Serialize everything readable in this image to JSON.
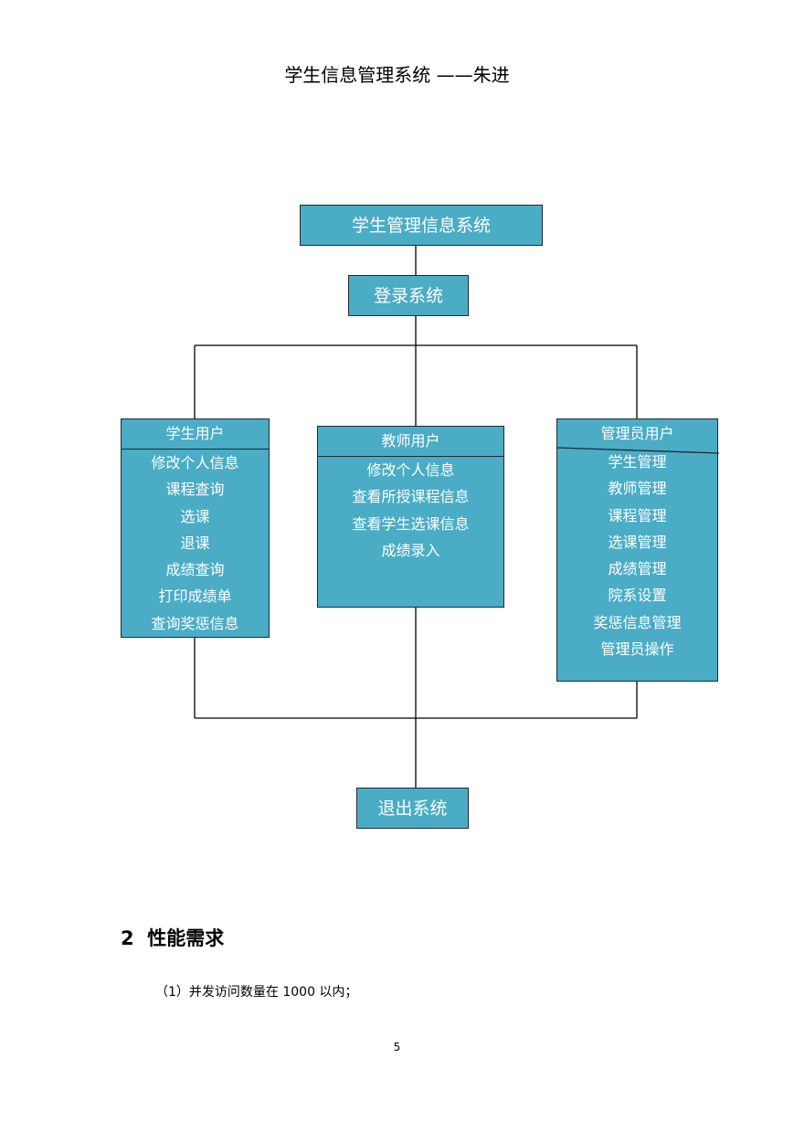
{
  "header": {
    "text": "学生信息管理系统 ——朱进"
  },
  "diagram": {
    "root": "学生管理信息系统",
    "login": "登录系统",
    "student": {
      "title": "学生用户",
      "items": [
        "修改个人信息",
        "课程查询",
        "选课",
        "退课",
        "成绩查询",
        "打印成绩单",
        "查询奖惩信息"
      ]
    },
    "teacher": {
      "title": "教师用户",
      "items": [
        "修改个人信息",
        "查看所授课程信息",
        "查看学生选课信息",
        "成绩录入"
      ]
    },
    "admin": {
      "title": "管理员用户",
      "items": [
        "学生管理",
        "教师管理",
        "课程管理",
        "选课管理",
        "成绩管理",
        "院系设置",
        "奖惩信息管理",
        "管理员操作"
      ]
    },
    "exit": "退出系统",
    "colors": {
      "box_fill": "#4bacc6",
      "line": "#000000"
    }
  },
  "section": {
    "heading": "2  性能需求"
  },
  "paragraph": {
    "text": "（1）并发访问数量在 1000 以内；"
  },
  "page_number": "5"
}
